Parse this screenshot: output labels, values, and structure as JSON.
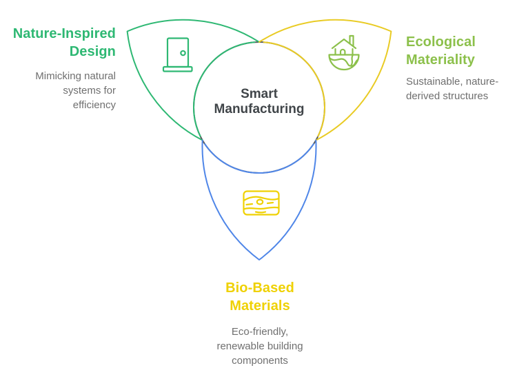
{
  "diagram": {
    "type": "three-petal-venn",
    "center": {
      "label": "Smart Manufacturing",
      "text_color": "#404549"
    },
    "petals": [
      {
        "title": "Nature-Inspired Design",
        "description": "Mimicking natural systems for efficiency",
        "position": "top-left",
        "outline_color": "#2eb873",
        "title_color": "#2eb873",
        "icon": "door-icon",
        "icon_color": "#2eb873"
      },
      {
        "title": "Ecological Materiality",
        "description": "Sustainable, nature-derived structures",
        "position": "top-right",
        "outline_color": "#e9cb24",
        "title_color": "#8cc04b",
        "icon": "eco-house-icon",
        "icon_color": "#8cc04b"
      },
      {
        "title": "Bio-Based Materials",
        "description": "Eco-friendly, renewable building components",
        "position": "bottom",
        "outline_color": "#4f86e8",
        "title_color": "#efd102",
        "icon": "wood-plank-icon",
        "icon_color": "#efd102"
      }
    ],
    "colors": {
      "background": "#ffffff",
      "junction_gray": "#55585c",
      "description_text": "#6f6f6f"
    }
  }
}
